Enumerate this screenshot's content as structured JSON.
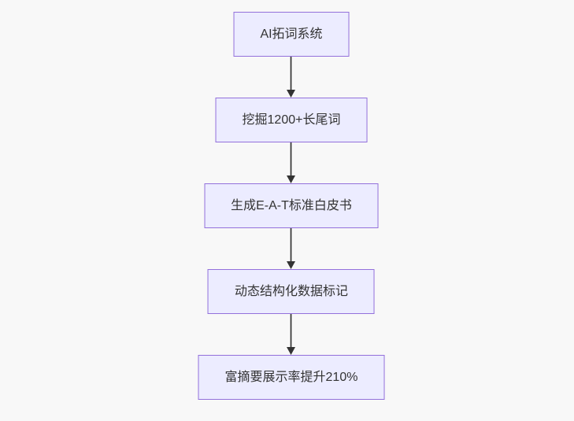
{
  "diagram": {
    "type": "flowchart",
    "direction": "top-down",
    "nodes": [
      {
        "id": "A",
        "label": "AI拓词系统"
      },
      {
        "id": "B",
        "label": "挖掘1200+长尾词"
      },
      {
        "id": "C",
        "label": "生成E-A-T标准白皮书"
      },
      {
        "id": "D",
        "label": "动态结构化数据标记"
      },
      {
        "id": "E",
        "label": "富摘要展示率提升210%"
      }
    ],
    "edges": [
      {
        "from": "A",
        "to": "B"
      },
      {
        "from": "B",
        "to": "C"
      },
      {
        "from": "C",
        "to": "D"
      },
      {
        "from": "D",
        "to": "E"
      }
    ],
    "colors": {
      "node_fill": "#ECECFF",
      "node_border": "#9370DB",
      "node_text": "#333333",
      "arrow": "#333333",
      "background": "#f8f8f8"
    }
  }
}
